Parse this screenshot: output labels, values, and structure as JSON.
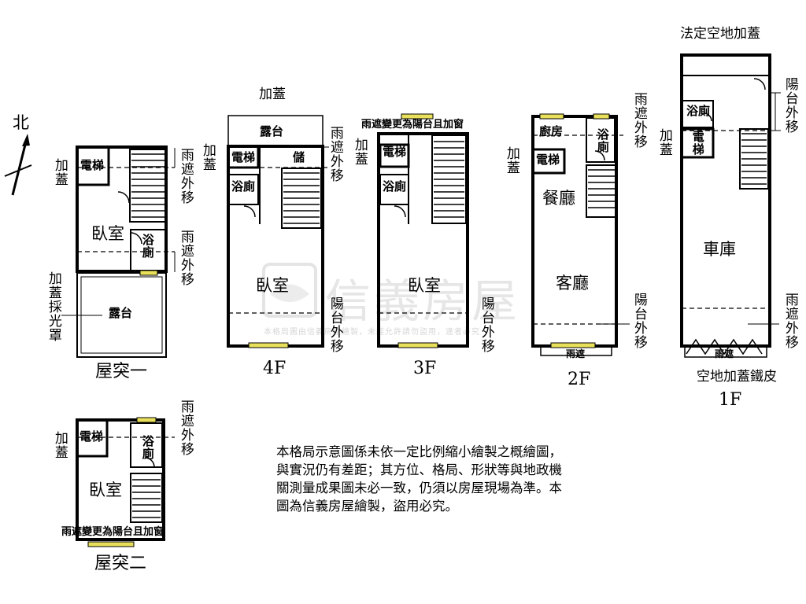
{
  "watermark": {
    "brand": "信義房屋",
    "notice": "本格局圖由信義房屋繪製，未經允許請勿盜用，違者必究"
  },
  "compass": {
    "label": "北"
  },
  "floors": {
    "r1": "屋突一",
    "f4": "4F",
    "f3": "3F",
    "f2": "2F",
    "f1": "1F",
    "r2": "屋突二"
  },
  "rooms": {
    "elevator": "電梯",
    "bedroom": "臥室",
    "bathroom": "浴廁",
    "terrace": "露台",
    "storage": "儲",
    "kitchen": "廚房",
    "dining": "餐廳",
    "living": "客廳",
    "garage": "車庫"
  },
  "annotations": {
    "addition": "加蓋",
    "awning_out": "雨遮外移",
    "balcony_out": "陽台外移",
    "skylight": "加蓋採光罩",
    "awning_to_balcony": "雨遮變更為陽台且加窗",
    "awning": "雨遮",
    "legal_open_addition": "法定空地加蓋",
    "open_iron_roof": "空地加蓋鐵皮"
  },
  "disclaimer": "本格局示意圖係未依一定比例縮小繪製之概繪圖，與實況仍有差距；其方位、格局、形狀等與地政機關測量成果圖未必一致，仍須以房屋現場為準。本圖為信義房屋繪製，盜用必究。",
  "colors": {
    "wall": "#000000",
    "window": "#e8e05a",
    "watermark": "#e6e6e6"
  }
}
